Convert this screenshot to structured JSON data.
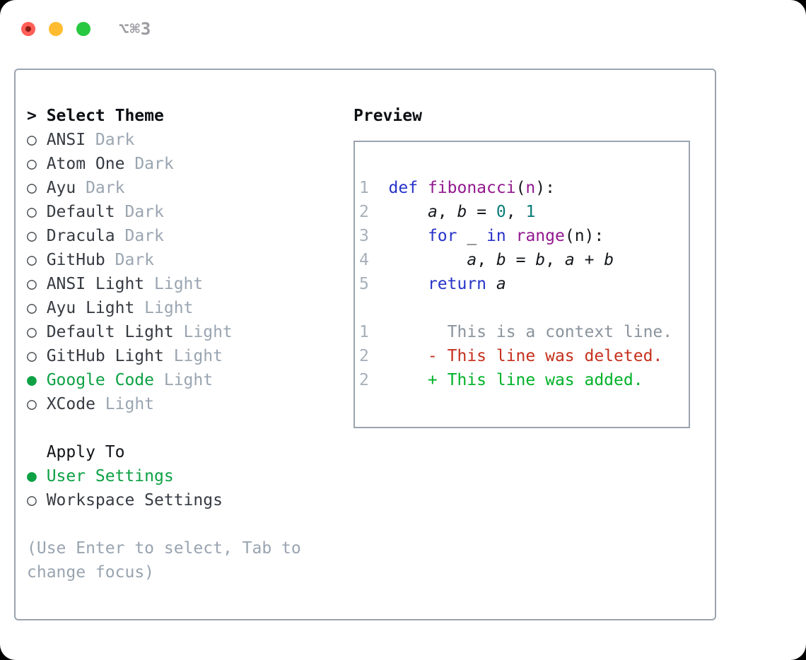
{
  "window": {
    "title": "⌥⌘3",
    "traffic_lights": [
      "close",
      "minimize",
      "zoom"
    ]
  },
  "panel": {
    "header_marker": ">",
    "select_header": "Select Theme",
    "themes": [
      {
        "bullet": "○",
        "name": "ANSI",
        "variant": "Dark",
        "selected": false
      },
      {
        "bullet": "○",
        "name": "Atom One",
        "variant": "Dark",
        "selected": false
      },
      {
        "bullet": "○",
        "name": "Ayu",
        "variant": "Dark",
        "selected": false
      },
      {
        "bullet": "○",
        "name": "Default",
        "variant": "Dark",
        "selected": false
      },
      {
        "bullet": "○",
        "name": "Dracula",
        "variant": "Dark",
        "selected": false
      },
      {
        "bullet": "○",
        "name": "GitHub",
        "variant": "Dark",
        "selected": false
      },
      {
        "bullet": "○",
        "name": "ANSI Light",
        "variant": "Light",
        "selected": false
      },
      {
        "bullet": "○",
        "name": "Ayu Light",
        "variant": "Light",
        "selected": false
      },
      {
        "bullet": "○",
        "name": "Default Light",
        "variant": "Light",
        "selected": false
      },
      {
        "bullet": "○",
        "name": "GitHub Light",
        "variant": "Light",
        "selected": false
      },
      {
        "bullet": "●",
        "name": "Google Code",
        "variant": "Light",
        "selected": true
      },
      {
        "bullet": "○",
        "name": "XCode",
        "variant": "Light",
        "selected": false
      }
    ],
    "apply_header": "Apply To",
    "apply_options": [
      {
        "bullet": "●",
        "label": "User Settings",
        "selected": true
      },
      {
        "bullet": "○",
        "label": "Workspace Settings",
        "selected": false
      }
    ],
    "hint_line1": "(Use Enter to select, Tab to",
    "hint_line2": "change focus)"
  },
  "preview": {
    "title": "Preview",
    "code_lines": [
      {
        "num": "1",
        "segments": [
          {
            "t": "def "
          },
          {
            "t": "fibonacci"
          },
          {
            "t": "("
          },
          {
            "t": "n"
          },
          {
            "t": "):"
          }
        ]
      },
      {
        "num": "2",
        "segments": [
          {
            "t": "    "
          },
          {
            "t": "a"
          },
          {
            "t": ", "
          },
          {
            "t": "b"
          },
          {
            "t": " = "
          },
          {
            "t": "0"
          },
          {
            "t": ", "
          },
          {
            "t": "1"
          }
        ]
      },
      {
        "num": "3",
        "segments": [
          {
            "t": "    "
          },
          {
            "t": "for"
          },
          {
            "t": " _ "
          },
          {
            "t": "in"
          },
          {
            "t": " "
          },
          {
            "t": "range"
          },
          {
            "t": "(n):"
          }
        ]
      },
      {
        "num": "4",
        "segments": [
          {
            "t": "        "
          },
          {
            "t": "a"
          },
          {
            "t": ", "
          },
          {
            "t": "b"
          },
          {
            "t": " = "
          },
          {
            "t": "b"
          },
          {
            "t": ", "
          },
          {
            "t": "a"
          },
          {
            "t": " + "
          },
          {
            "t": "b"
          }
        ]
      },
      {
        "num": "5",
        "segments": [
          {
            "t": "    "
          },
          {
            "t": "return"
          },
          {
            "t": " "
          },
          {
            "t": "a"
          }
        ]
      }
    ],
    "diff_lines": [
      {
        "num": "1",
        "text": "      This is a context line.",
        "kind": "context"
      },
      {
        "num": "2",
        "text": "    - This line was deleted.",
        "kind": "deleted"
      },
      {
        "num": "2",
        "text": "    + This line was added.",
        "kind": "added"
      }
    ]
  },
  "colors": {
    "selection_green": "#0da144",
    "added_green": "#00b228",
    "deleted_red": "#c5301c",
    "keyword_blue": "#2633c9",
    "function_purple": "#92188f",
    "number_teal": "#0a7b78",
    "muted_gray": "#9aa5b1",
    "border_gray": "#9aa4af",
    "traffic_red": "#ff5f57",
    "traffic_yellow": "#febc2e",
    "traffic_green": "#28c840"
  }
}
